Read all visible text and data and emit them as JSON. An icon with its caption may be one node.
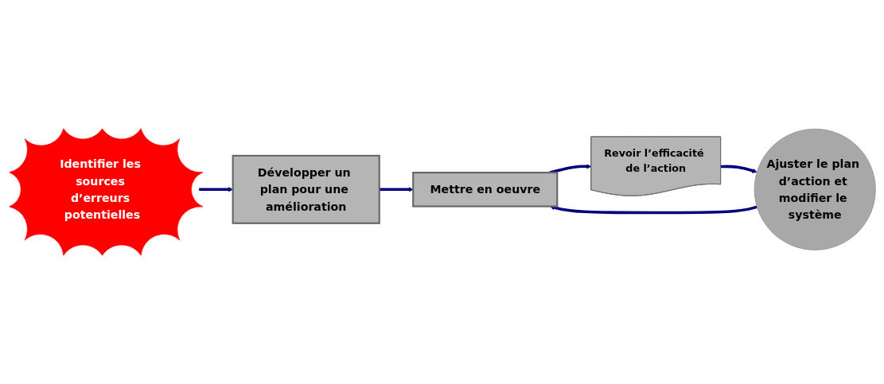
{
  "diagram": {
    "nodes": [
      {
        "text": [
          "Identifier les sources d’erreurs potentielles"
        ]
      },
      {
        "text": [
          "Développer un plan pour une amélioration"
        ]
      },
      {
        "text": [
          "Mettre en oeuvre"
        ]
      },
      {
        "text": [
          "Revoir l’efficacité de l’action"
        ]
      },
      {
        "text": [
          "Ajuster le plan d’action et modifier le système"
        ]
      }
    ],
    "edges": [
      {
        "from": 0,
        "to": 1,
        "arrow": "to"
      },
      {
        "from": 1,
        "to": 2,
        "arrow": "to"
      },
      {
        "from": 2,
        "to": 3,
        "arrow": "to"
      },
      {
        "from": 3,
        "to": 4,
        "arrow": "to"
      },
      {
        "from": 4,
        "to": 2,
        "arrow": "to"
      }
    ]
  }
}
